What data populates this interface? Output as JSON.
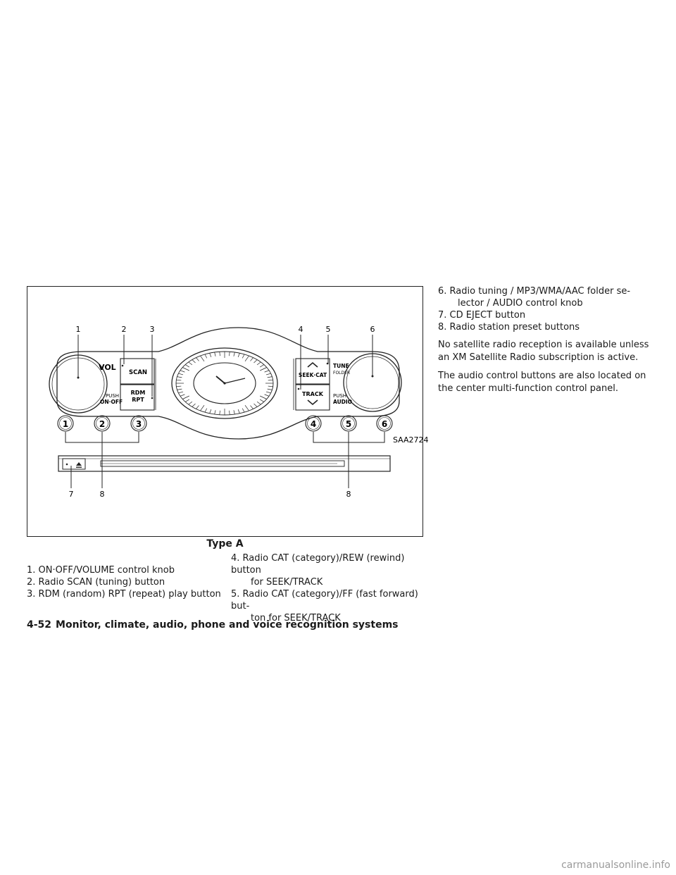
{
  "figure": {
    "callouts": [
      "1",
      "2",
      "3",
      "4",
      "5",
      "6",
      "7",
      "8",
      "8"
    ],
    "panel_labels": {
      "vol": "VOL",
      "push_on_off_1": "PUSH",
      "push_on_off_2": "ON·OFF",
      "scan": "SCAN",
      "rdm": "RDM",
      "rpt": "RPT",
      "seek_cat": "SEEK·CAT",
      "track": "TRACK",
      "tune": "TUNE",
      "folder": "FOLDER",
      "push_audio_1": "PUSH",
      "push_audio_2": "AUDIO"
    },
    "presets": [
      "1",
      "2",
      "3",
      "4",
      "5",
      "6"
    ],
    "code": "SAA2724",
    "caption": "Type A"
  },
  "list_col1": [
    {
      "num": "1.",
      "text": "ON·OFF/VOLUME control knob"
    },
    {
      "num": "2.",
      "text": "Radio SCAN (tuning) button"
    },
    {
      "num": "3.",
      "text": "RDM (random) RPT (repeat) play button"
    }
  ],
  "list_col2": [
    {
      "num": "4.",
      "text": "Radio CAT (category)/REW (rewind) button",
      "cont": "for SEEK/TRACK"
    },
    {
      "num": "5.",
      "text": "Radio CAT (category)/FF (fast forward) but-",
      "cont": "ton for SEEK/TRACK"
    }
  ],
  "list_col3": [
    {
      "num": "6.",
      "text": "Radio tuning / MP3/WMA/AAC folder se-",
      "cont": "lector / AUDIO control knob"
    },
    {
      "num": "7.",
      "text": "CD EJECT button"
    },
    {
      "num": "8.",
      "text": "Radio station preset buttons"
    }
  ],
  "paragraphs": [
    "No satellite radio reception is available unless an XM Satellite Radio subscription is active.",
    "The audio control buttons are also located on the center multi-function control panel."
  ],
  "footer": {
    "page": "4-52",
    "title": "Monitor, climate, audio, phone and voice recognition systems"
  },
  "watermark": "carmanualsonline.info"
}
